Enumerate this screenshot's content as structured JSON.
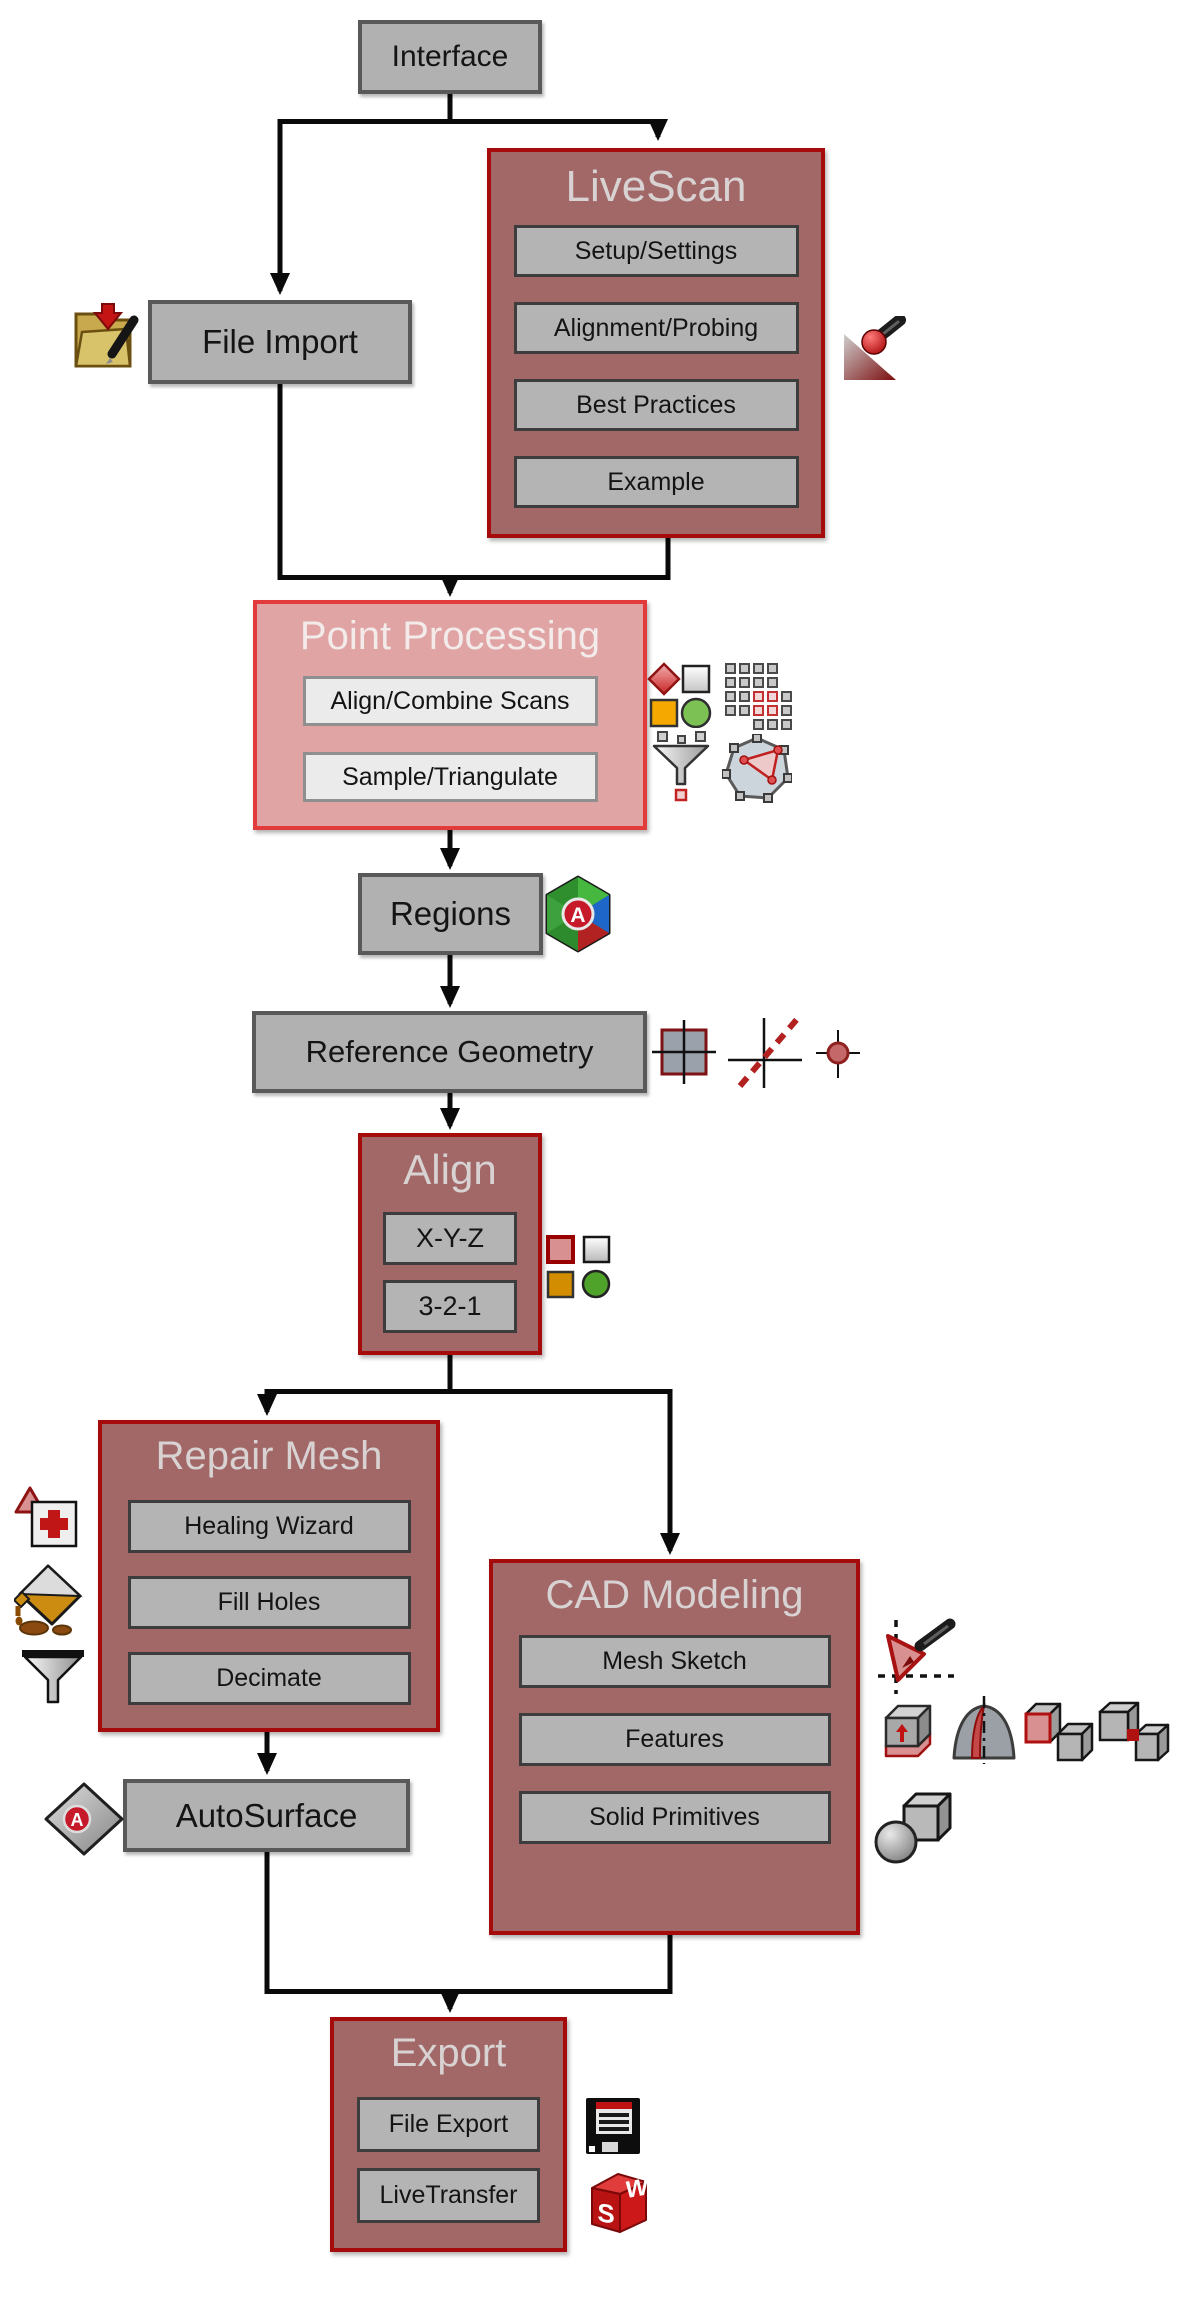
{
  "diagram": {
    "nodes": {
      "interface": {
        "label": "Interface"
      },
      "file_import": {
        "label": "File Import"
      },
      "livescan": {
        "title": "LiveScan",
        "buttons": [
          "Setup/Settings",
          "Alignment/Probing",
          "Best Practices",
          "Example"
        ]
      },
      "point_processing": {
        "title": "Point Processing",
        "buttons": [
          "Align/Combine Scans",
          "Sample/Triangulate"
        ]
      },
      "regions": {
        "label": "Regions"
      },
      "reference_geometry": {
        "label": "Reference Geometry"
      },
      "align": {
        "title": "Align",
        "buttons": [
          "X-Y-Z",
          "3-2-1"
        ]
      },
      "repair_mesh": {
        "title": "Repair Mesh",
        "buttons": [
          "Healing Wizard",
          "Fill Holes",
          "Decimate"
        ]
      },
      "cad_modeling": {
        "title": "CAD Modeling",
        "buttons": [
          "Mesh Sketch",
          "Features",
          "Solid Primitives"
        ]
      },
      "autosurface": {
        "label": "AutoSurface"
      },
      "export": {
        "title": "Export",
        "buttons": [
          "File Export",
          "LiveTransfer"
        ]
      }
    },
    "icons": {
      "file_import": "folder-import-icon",
      "livescan": "scanner-probe-icon",
      "point_processing": [
        "shapes-group-icon",
        "sample-grid-icon",
        "funnel-points-icon",
        "triangulate-mesh-icon"
      ],
      "regions": "regions-hexagon-icon",
      "reference_geometry": [
        "plane-icon",
        "axis-icon",
        "point-icon"
      ],
      "align": "align-shapes-icon",
      "repair_mesh": [
        "healing-wizard-icon",
        "fill-holes-icon",
        "decimate-funnel-icon"
      ],
      "autosurface": "autosurface-diamond-icon",
      "cad_modeling": [
        "mesh-sketch-icon",
        "extrude-icon",
        "revolve-icon",
        "cut-face-icon",
        "combine-icon",
        "solid-primitives-icon"
      ],
      "export": [
        "floppy-disk-icon",
        "solidworks-cube-icon"
      ]
    },
    "badges": {
      "regions_letter": "A",
      "autosurface_letter": "A",
      "solidworks_s": "S",
      "solidworks_w": "W"
    },
    "colors": {
      "node_gray_fill": "#b1b1b1",
      "node_gray_border": "#595959",
      "panel_maroon_fill": "#a26868",
      "panel_maroon_border": "#a50b0b",
      "panel_pink_fill": "#e0a4a4",
      "panel_pink_border": "#e23b3b",
      "panel_title_text": "#d8d2d2",
      "button_gray_fill": "#b4b4b4",
      "button_light_fill": "#ebebeb",
      "connector": "#0a0a0a"
    }
  }
}
